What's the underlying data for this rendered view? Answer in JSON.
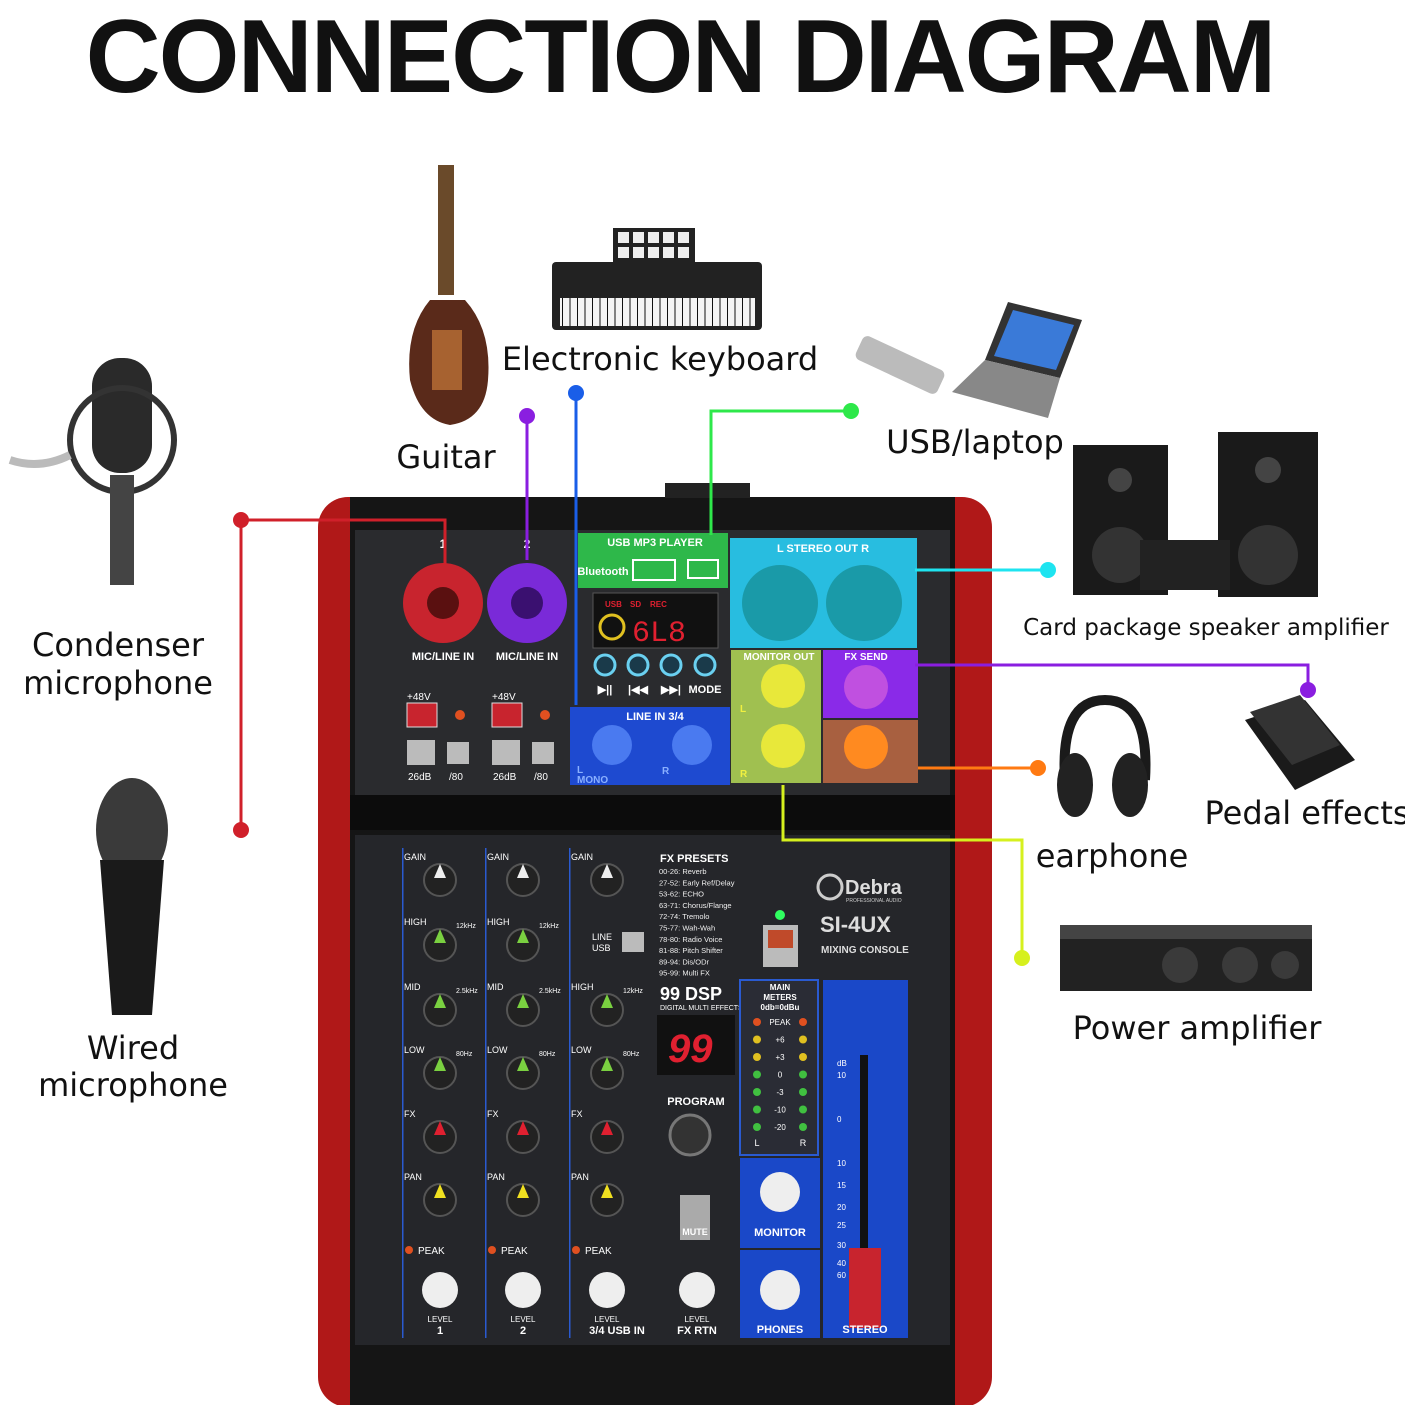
{
  "title": "CONNECTION DIAGRAM",
  "devices": {
    "keyboard": "Electronic keyboard",
    "guitar": "Guitar",
    "usb": "USB/laptop",
    "speaker": "Card package speaker amplifier",
    "condenser": [
      "Condenser",
      "microphone"
    ],
    "wired": [
      "Wired",
      "microphone"
    ],
    "pedal": "Pedal effects",
    "earphone": "earphone",
    "power": "Power amplifier"
  },
  "colors": {
    "condenser": "#d0202a",
    "guitar": "#8a1ee0",
    "keyboard": "#1a5ee8",
    "usb": "#2ee84a",
    "speaker": "#1ee4f0",
    "pedal": "#8a1ee0",
    "earphone": "#ff7a12",
    "power": "#d6f01e"
  },
  "mixer": {
    "channel1": "1",
    "channel2": "2",
    "mic_line_in": "MIC/LINE IN",
    "phantom": "+48V",
    "pad": "26dB",
    "hpf": "/80",
    "usb_player": "USB MP3 PLAYER",
    "bluetooth": "Bluetooth",
    "display_tags": [
      "USB",
      "SD",
      "REC"
    ],
    "display": "6L8",
    "transport": [
      "▶||",
      "|◀◀",
      "▶▶|",
      "MODE"
    ],
    "line_in": "LINE IN 3/4",
    "line_l": "L",
    "mono": "MONO",
    "line_r": "R",
    "stereo_out": "L  STEREO OUT  R",
    "monitor_out": "MONITOR OUT",
    "fx_send": "FX SEND",
    "mon_l": "L",
    "mon_r": "R",
    "knob_labels": [
      "GAIN",
      "HIGH",
      "MID",
      "LOW",
      "FX",
      "PAN"
    ],
    "high_freq": "12kHz",
    "mid_freq": "2.5kHz",
    "low_freq": "80Hz",
    "line_usb": [
      "LINE",
      "USB"
    ],
    "peak": "PEAK",
    "level": "LEVEL",
    "bottom_labels": [
      "1",
      "2",
      "3/4 USB  IN",
      "FX RTN"
    ],
    "fx_presets_title": "FX PRESETS",
    "fx_presets": [
      "00-26: Reverb",
      "27-52: Early Ref/Delay",
      "53-62: ECHO",
      "63-71: Chorus/Flange",
      "72-74: Tremolo",
      "75-77: Wah-Wah",
      "78-80: Radio Voice",
      "81-88: Pitch Shifter",
      "89-94: Dis/ODr",
      "95-99: Multi FX"
    ],
    "dsp": "99 DSP",
    "dsp_sub": "DIGITAL MULTI EFFECTS",
    "fx_display": "99",
    "program": "PROGRAM",
    "mute": "MUTE",
    "brand": "Debra",
    "brand_sub": "PROFESSIONAL AUDIO",
    "model": "SI-4UX",
    "model_sub": "MIXING CONSOLE",
    "meters": [
      "MAIN",
      "METERS",
      "0db=0dBu"
    ],
    "meter_scale": [
      "PEAK",
      "+6",
      "+3",
      "0",
      "-3",
      "-10",
      "-20"
    ],
    "meter_lr": [
      "L",
      "R"
    ],
    "monitor": "MONITOR",
    "phones": "PHONES",
    "stereo": "STEREO",
    "fader_scale": [
      "dB",
      "10",
      "0",
      "10",
      "15",
      "20",
      "25",
      "30",
      "40",
      "60"
    ]
  }
}
